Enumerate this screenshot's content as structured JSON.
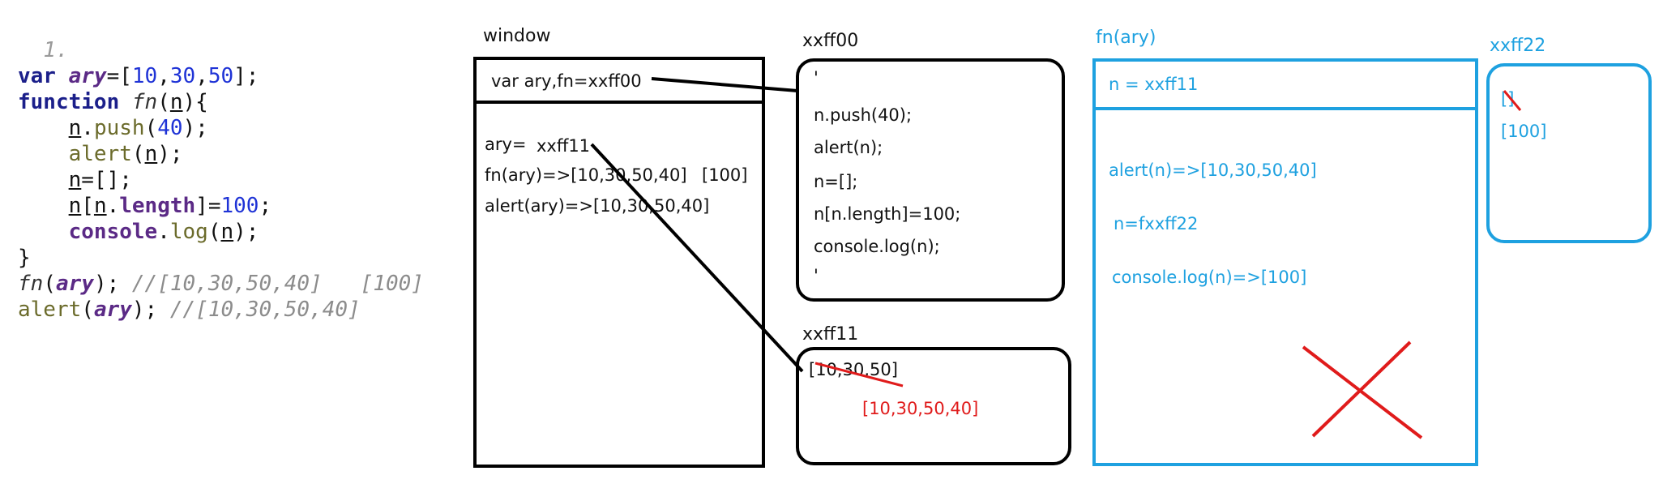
{
  "code": {
    "line_number": "1.",
    "lines": [
      "var ary=[10,30,50];",
      "function fn(n){",
      "    n.push(40);",
      "    alert(n);",
      "    n=[];",
      "    n[n.length]=100;",
      "    console.log(n);",
      "}",
      "fn(ary); //[10,30,50,40]   [100]",
      "alert(ary); //[10,30,50,40]"
    ]
  },
  "window_label": "window",
  "window_header": "var ary,fn=xxff00",
  "window_ary": "ary=",
  "window_ary_ref": "xxff11",
  "window_fn_call": "fn(ary)=>[10,30,50,40]",
  "window_fn_result": "[100]",
  "window_alert": "alert(ary)=>[10,30,50,40]",
  "xxff00_label": "xxff00",
  "xxff00_lines": [
    "'",
    "n.push(40);",
    "alert(n);",
    "n=[];",
    "n[n.length]=100;",
    "console.log(n);",
    "'"
  ],
  "xxff11_label": "xxff11",
  "xxff11_old": "[10,30,50]",
  "xxff11_new": "[10,30,50,40]",
  "fn_label": "fn(ary)",
  "fn_header": "n = xxff11",
  "fn_alert": "alert(n)=>[10,30,50,40]",
  "fn_assign": "n=fxxff22",
  "fn_log": "console.log(n)=>[100]",
  "xxff22_label": "xxff22",
  "xxff22_old": "[]",
  "xxff22_new": "[100]",
  "colors": {
    "blue": "#1ea1e0",
    "red": "#e01b1b",
    "black": "#000000"
  }
}
